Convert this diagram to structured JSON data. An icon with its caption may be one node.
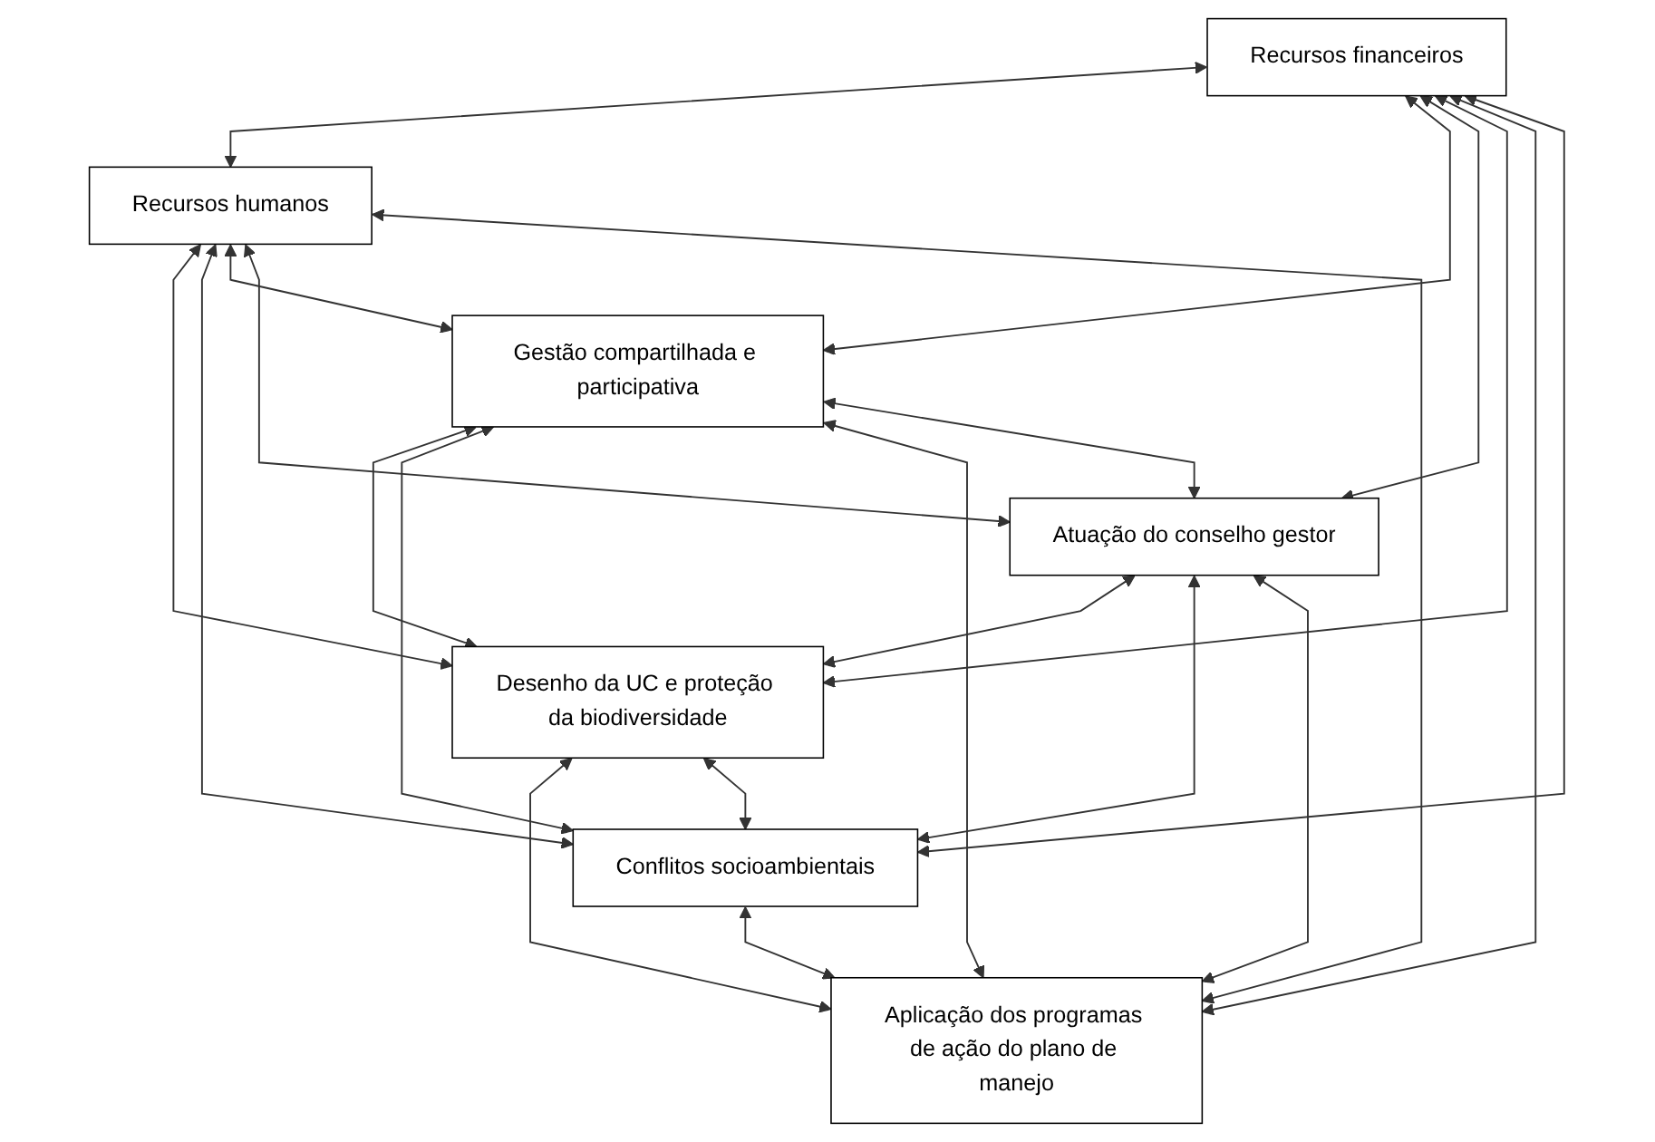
{
  "diagram": {
    "nodes": [
      {
        "text": [
          "Recursos financeiros"
        ]
      },
      {
        "text": [
          "Recursos humanos"
        ]
      },
      {
        "text": [
          "Gestão compartilhada e participativa"
        ]
      },
      {
        "text": [
          "Desenho da UC e proteção da biodiversidade"
        ]
      },
      {
        "text": [
          "Atuação do conselho gestor"
        ]
      },
      {
        "text": [
          "Conflitos socioambientais"
        ]
      },
      {
        "text": [
          "Aplicação dos programas de ação do plano de manejo"
        ]
      }
    ],
    "edges": [
      {
        "from": 0,
        "to": 1,
        "arrow": "both"
      },
      {
        "from": 0,
        "to": 2,
        "arrow": "both"
      },
      {
        "from": 1,
        "to": 3,
        "arrow": "both"
      },
      {
        "from": 0,
        "to": 4,
        "arrow": "both"
      },
      {
        "from": 1,
        "to": 5,
        "arrow": "both"
      },
      {
        "from": 0,
        "to": 3,
        "arrow": "both"
      },
      {
        "from": 1,
        "to": 2,
        "arrow": "both"
      },
      {
        "from": 2,
        "to": 3,
        "arrow": "both"
      },
      {
        "from": 1,
        "to": 4,
        "arrow": "both"
      },
      {
        "from": 0,
        "to": 6,
        "arrow": "both"
      },
      {
        "from": 0,
        "to": 5,
        "arrow": "both"
      },
      {
        "from": 1,
        "to": 6,
        "arrow": "both"
      },
      {
        "from": 2,
        "to": 5,
        "arrow": "both"
      },
      {
        "from": 4,
        "to": 3,
        "arrow": "both"
      },
      {
        "from": 2,
        "to": 6,
        "arrow": "both"
      },
      {
        "from": 3,
        "to": 6,
        "arrow": "both"
      },
      {
        "from": 2,
        "to": 4,
        "arrow": "both"
      },
      {
        "from": 3,
        "to": 5,
        "arrow": "both"
      },
      {
        "from": 4,
        "to": 5,
        "arrow": "both"
      },
      {
        "from": 4,
        "to": 6,
        "arrow": "both"
      },
      {
        "from": 5,
        "to": 6,
        "arrow": "both"
      }
    ]
  }
}
